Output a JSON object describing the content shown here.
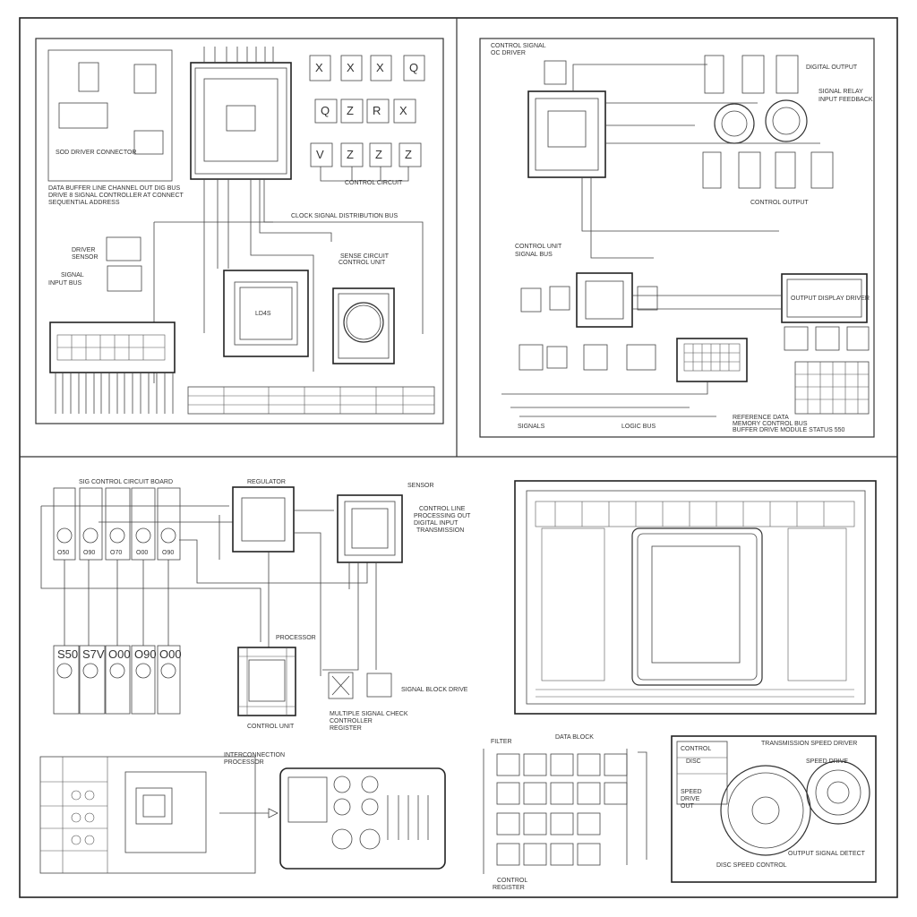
{
  "panels": {
    "top_left": {
      "note_1": "SOD DRIVER  CONNECTOR",
      "note_2": "DATA  BUFFER LINE  CHANNEL OUT DIG BUS",
      "note_3": "DRIVE 8 SIGNAL CONTROLLER AT CONNECT",
      "note_4": "SEQUENTIAL ADDRESS",
      "bus_label": "CONTROL CIRCUIT",
      "mid_label": "CLOCK SIGNAL DISTRIBUTION BUS",
      "left_label_1": "DRIVER",
      "left_label_2": "SENSOR",
      "left_label_3": "SIGNAL",
      "left_label_4": "INPUT BUS",
      "chip_label": "LD4S",
      "motor_label_1": "SENSE CIRCUIT",
      "motor_label_2": "CONTROL UNIT",
      "gate_letters": [
        "X",
        "X",
        "X",
        "Q",
        "Q",
        "Z",
        "R",
        "X",
        "V",
        "Z",
        "Z",
        "Z"
      ]
    },
    "top_right": {
      "label_top": "CONTROL SIGNAL",
      "label_top2": "OC DRIVER",
      "label_right_1": "DIGITAL OUTPUT",
      "label_right_2": "SIGNAL RELAY",
      "label_right_3": "INPUT FEEDBACK",
      "label_mid": "CONTROL OUTPUT",
      "label_left_1": "CONTROL UNIT",
      "label_left_2": "SIGNAL BUS",
      "label_bottom_left": "SIGNALS",
      "label_bottom_mid": "LOGIC BUS",
      "label_bottom_right_1": "REFERENCE DATA",
      "label_bottom_right_2": "MEMORY CONTROL BUS",
      "label_bottom_right_3": "BUFFER DRIVE MODULE  STATUS 550",
      "display_label": "OUTPUT DISPLAY DRIVER"
    },
    "bottom_left": {
      "module_header": "SIG CONTROL CIRCUIT BOARD",
      "module_top_labels": [
        "O50",
        "O90",
        "O70",
        "O00",
        "O90"
      ],
      "module_bottom_labels": [
        "S50",
        "S7V",
        "O00",
        "O90",
        "O00"
      ],
      "chip_label_1": "REGULATOR",
      "chip_label_2": "SENSOR",
      "notes_right": [
        "CONTROL LINE",
        "PROCESSING OUT",
        "DIGITAL INPUT",
        "TRANSMISSION"
      ],
      "grid_chip_label": "PROCESSOR",
      "grid_chip_caption": "CONTROL UNIT",
      "relay_label": "SIGNAL BLOCK DRIVE",
      "relay_caption": [
        "MULTIPLE SIGNAL CHECK",
        "CONTROLLER",
        "REGISTER"
      ],
      "board_label": [
        "INTERCONNECTION",
        "PROCESSOR"
      ]
    },
    "bottom_right": {
      "top_labels": [
        "FILTER",
        "DATA BLOCK"
      ],
      "bottom_label": "CONTROL",
      "bottom_caption": "REGISTER",
      "disc_labels": [
        "CONTROL",
        "DISC",
        "SPEED",
        "DRIVE",
        "OUT"
      ],
      "disc_top_label": "TRANSMISSION  SPEED DRIVER",
      "disc_right_label": "SPEED DRIVE",
      "disc_bottom_labels": [
        "DISC SPEED CONTROL",
        "OUTPUT SIGNAL DETECT"
      ]
    }
  }
}
